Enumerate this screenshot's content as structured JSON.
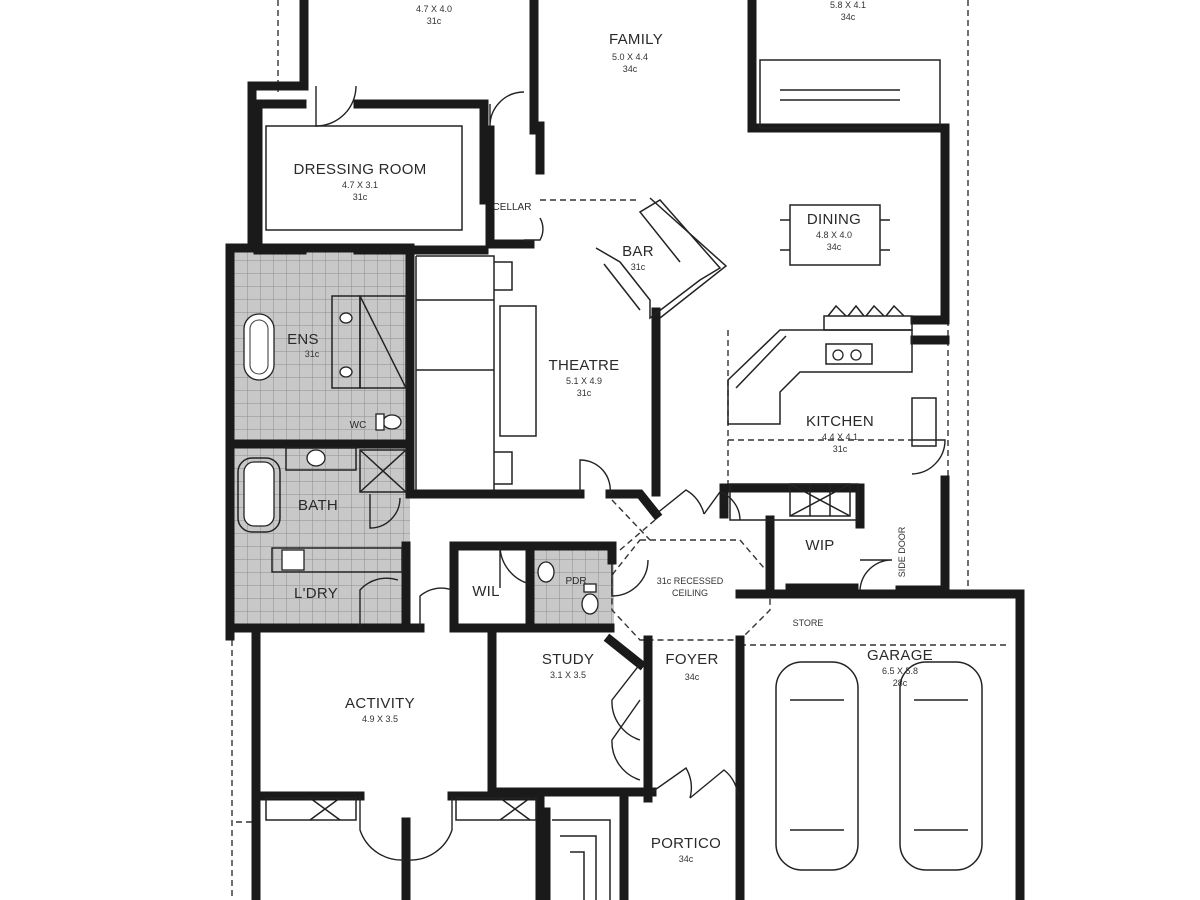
{
  "plan": {
    "rooms": {
      "top_bedroom": {
        "size": "4.7 X 4.0",
        "ceiling": "31c"
      },
      "top_right": {
        "size": "5.8 X 4.1",
        "ceiling": "34c"
      },
      "family": {
        "name": "FAMILY",
        "size": "5.0 X 4.4",
        "ceiling": "34c"
      },
      "dressing": {
        "name": "DRESSING ROOM",
        "size": "4.7 X 3.1",
        "ceiling": "31c"
      },
      "cellar": {
        "name": "CELLAR"
      },
      "bar": {
        "name": "BAR",
        "ceiling": "31c"
      },
      "dining": {
        "name": "DINING",
        "size": "4.8 X 4.0",
        "ceiling": "34c"
      },
      "ens": {
        "name": "ENS",
        "ceiling": "31c"
      },
      "wc": {
        "name": "WC"
      },
      "theatre": {
        "name": "THEATRE",
        "size": "5.1 X 4.9",
        "ceiling": "31c"
      },
      "kitchen": {
        "name": "KITCHEN",
        "size": "4.4 X 4.1",
        "ceiling": "31c"
      },
      "bath": {
        "name": "BATH"
      },
      "ldry": {
        "name": "L'DRY"
      },
      "wil": {
        "name": "WIL"
      },
      "pdr": {
        "name": "PDR"
      },
      "recessed": {
        "line1": "31c RECESSED",
        "line2": "CEILING"
      },
      "wip": {
        "name": "WIP"
      },
      "side_door": {
        "name": "SIDE DOOR"
      },
      "store": {
        "name": "STORE"
      },
      "activity": {
        "name": "ACTIVITY",
        "size": "4.9 X 3.5"
      },
      "study": {
        "name": "STUDY",
        "size": "3.1 X 3.5"
      },
      "foyer": {
        "name": "FOYER",
        "ceiling": "34c"
      },
      "garage": {
        "name": "GARAGE",
        "size": "6.5 X 5.8",
        "ceiling": "28c"
      },
      "portico": {
        "name": "PORTICO",
        "ceiling": "34c"
      }
    }
  }
}
